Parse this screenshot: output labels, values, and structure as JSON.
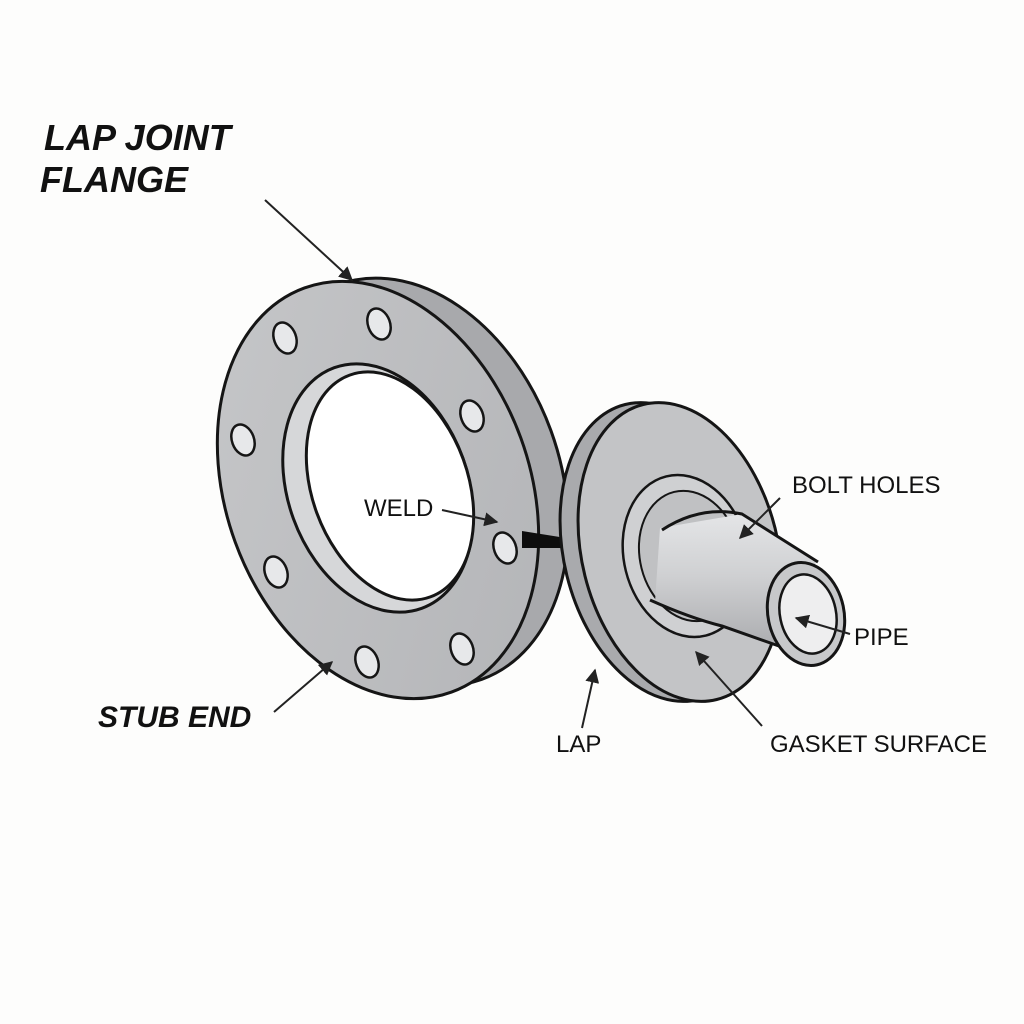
{
  "diagram": {
    "title_lines": [
      "LAP JOINT",
      "FLANGE"
    ],
    "labels": {
      "weld": "WELD",
      "stub_end": "STUB END",
      "bolt_holes": "BOLT HOLES",
      "pipe": "PIPE",
      "lap": "LAP",
      "gasket_surface": "GASKET SURFACE"
    }
  },
  "colors": {
    "background": "#fdfdfc",
    "metal": "#bdbec0",
    "metal_light": "#d2d3d5",
    "metal_dark": "#9fa0a3",
    "bore": "#ffffff",
    "outline": "#151515"
  }
}
